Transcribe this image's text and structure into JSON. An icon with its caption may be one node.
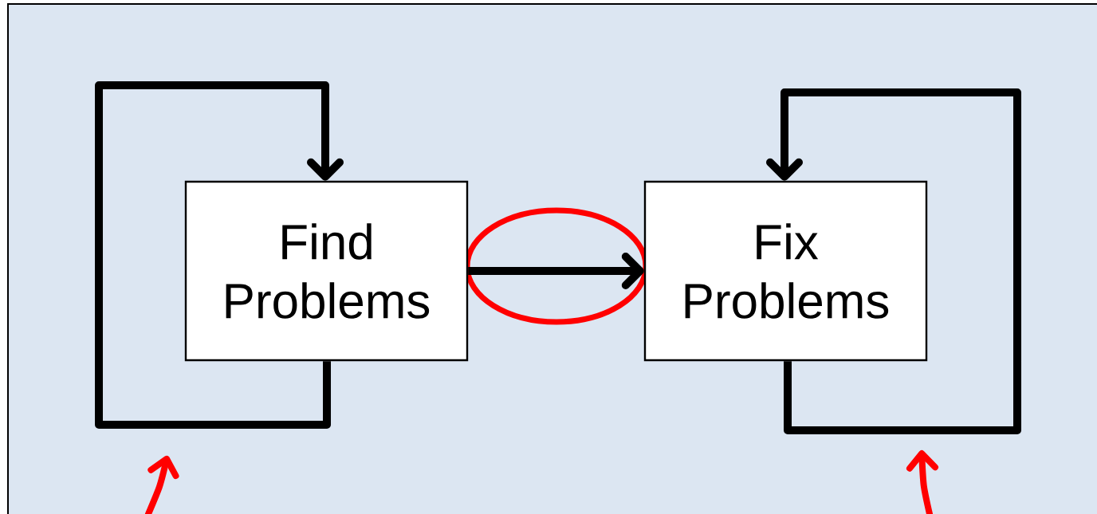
{
  "diagram": {
    "nodes": [
      {
        "text": [
          "Find Problems"
        ]
      },
      {
        "text": [
          "Fix Problems"
        ]
      }
    ],
    "edges": [
      {
        "from": 0,
        "to": 0,
        "arrow": "to"
      },
      {
        "from": 0,
        "to": 1,
        "arrow": "to"
      },
      {
        "from": 1,
        "to": 1,
        "arrow": "to"
      }
    ]
  }
}
